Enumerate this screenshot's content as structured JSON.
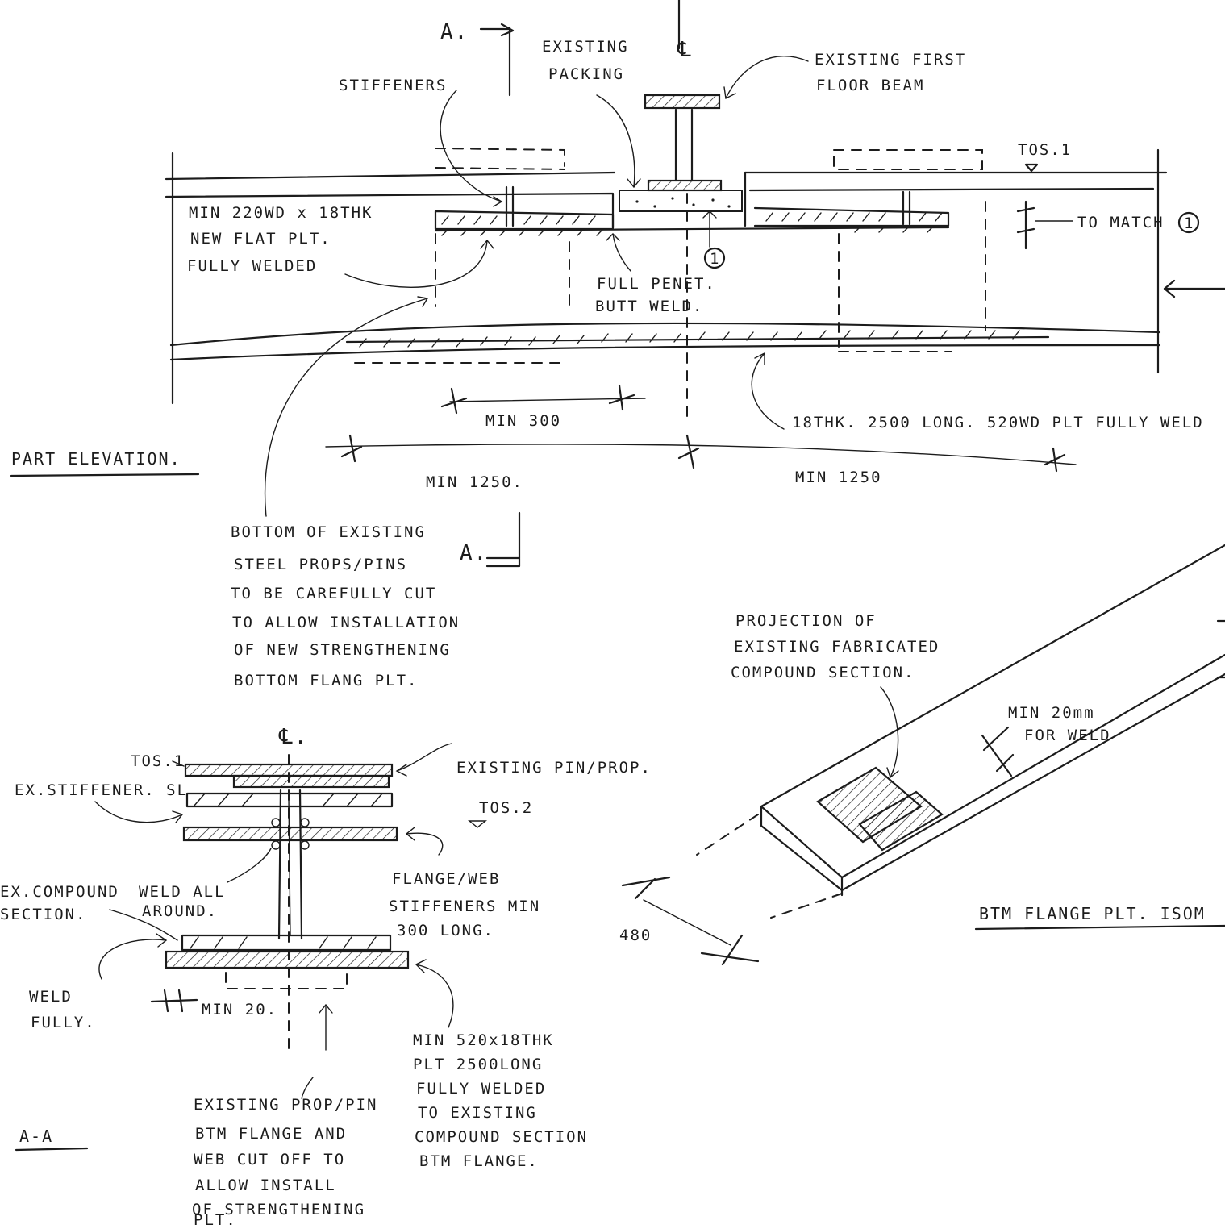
{
  "elevation": {
    "section_mark_top": "A.",
    "section_mark_bottom": "A.",
    "centerline_mark": "℄",
    "stiffeners": "STIFFENERS",
    "existing_packing": [
      "EXISTING",
      "PACKING"
    ],
    "existing_beam": [
      "EXISTING FIRST",
      "FLOOR BEAM"
    ],
    "tos": "TOS.1",
    "to_match": "TO MATCH",
    "ref_number": "1",
    "flat_plate": [
      "MIN 220WD x 18THK",
      "NEW FLAT PLT.",
      "FULLY WELDED"
    ],
    "butt_weld": [
      "FULL PENET.",
      "BUTT WELD."
    ],
    "bottom_plate": "18THK. 2500 LONG. 520WD PLT FULLY WELD",
    "dim_min300": "MIN 300",
    "dim_left": "MIN 1250.",
    "dim_right": "MIN 1250",
    "title": "PART ELEVATION."
  },
  "notes": {
    "cut_note": [
      "BOTTOM OF EXISTING",
      "STEEL PROPS/PINS",
      "TO BE CAREFULLY CUT",
      "TO ALLOW INSTALLATION",
      "OF NEW STRENGTHENING",
      "BOTTOM FLANG PLT."
    ]
  },
  "section": {
    "centerline_mark": "℄.",
    "tos1": "TOS.1",
    "tos2": "TOS.2",
    "ex_stiffener": "EX.STIFFENER. SL",
    "existing_pin": "EXISTING PIN/PROP.",
    "flange_stiffeners": [
      "FLANGE/WEB",
      "STIFFENERS MIN",
      "300 LONG."
    ],
    "ex_compound": [
      "EX.COMPOUND",
      "SECTION."
    ],
    "weld_all_around": [
      "WELD ALL",
      "AROUND."
    ],
    "weld_fully": [
      "WELD",
      "FULLY."
    ],
    "min20": "MIN 20.",
    "new_plate": [
      "MIN 520x18THK",
      "PLT 2500LONG",
      "FULLY WELDED",
      "TO EXISTING",
      "COMPOUND SECTION",
      "BTM FLANGE."
    ],
    "existing_prop": [
      "EXISTING PROP/PIN",
      "BTM FLANGE AND",
      "WEB CUT OFF TO",
      "ALLOW INSTALL",
      "OF STRENGTHENING",
      "PLT."
    ],
    "title": "A-A"
  },
  "isometric": {
    "projection": [
      "PROJECTION OF",
      "EXISTING FABRICATED",
      "COMPOUND SECTION."
    ],
    "min20mm": [
      "MIN 20mm",
      "FOR WELD"
    ],
    "dim480": "480",
    "title": "BTM FLANGE PLT. ISOM"
  }
}
